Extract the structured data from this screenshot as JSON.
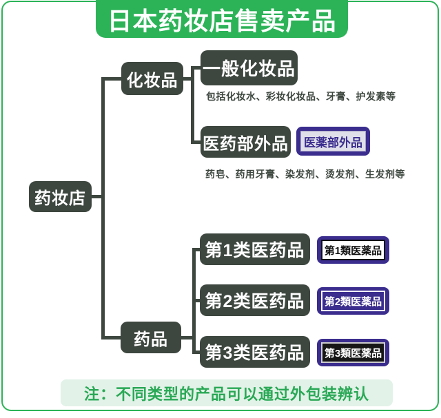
{
  "title": "日本药妆店售卖产品",
  "root": {
    "label": "药妆店"
  },
  "branches": [
    {
      "label": "化妆品",
      "children": [
        {
          "label": "一般化妆品",
          "caption": "包括化妆水、彩妆化妆品、牙膏、护发素等"
        },
        {
          "label": "医药部外品",
          "caption": "药皂、药用牙膏、染发剂、烫发剂、生发剂等",
          "badge": "医薬部外品"
        }
      ]
    },
    {
      "label": "药品",
      "children": [
        {
          "label": "第1类医药品",
          "badge": "第1類医薬品"
        },
        {
          "label": "第2类医药品",
          "badge": "第2類医薬品"
        },
        {
          "label": "第3类医药品",
          "badge": "第3類医薬品"
        }
      ]
    }
  ],
  "note": "注：不同类型的产品可以通过外包装辨认",
  "colors": {
    "green": "#2cb358",
    "dark_node": "#3d463f",
    "badge_purple": "#3a2d8e",
    "note_bg": "#e2f2e8",
    "note_text": "#29a855"
  }
}
